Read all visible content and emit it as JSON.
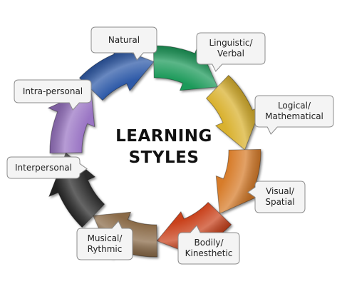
{
  "title_lines": [
    "LEARNING",
    "STYLES"
  ],
  "styles": [
    {
      "id": "natural",
      "lines": [
        "Natural"
      ],
      "color": "#2e5aa8"
    },
    {
      "id": "linguistic-verbal",
      "lines": [
        "Linguistic/",
        "Verbal"
      ],
      "color": "#1e9a5a"
    },
    {
      "id": "logical-mathematical",
      "lines": [
        "Logical/",
        "Mathematical"
      ],
      "color": "#d9b12e"
    },
    {
      "id": "visual-spatial",
      "lines": [
        "Visual/",
        "Spatial"
      ],
      "color": "#d77c2a"
    },
    {
      "id": "bodily-kinesthetic",
      "lines": [
        "Bodily/",
        "Kinesthetic"
      ],
      "color": "#c9421c"
    },
    {
      "id": "musical-rythmic",
      "lines": [
        "Musical/",
        "Rythmic"
      ],
      "color": "#8a6a47"
    },
    {
      "id": "interpersonal",
      "lines": [
        "Interpersonal"
      ],
      "color": "#2a2a2a"
    },
    {
      "id": "intra-personal",
      "lines": [
        "Intra-personal"
      ],
      "color": "#9a74c4"
    }
  ]
}
